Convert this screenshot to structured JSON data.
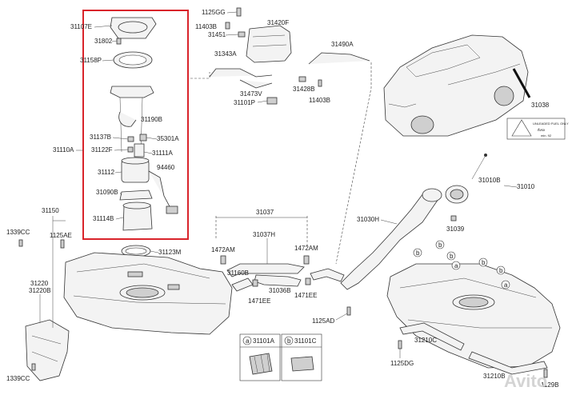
{
  "labels": {
    "l31107E": "31107E",
    "l31802": "31802",
    "l31158P": "31158P",
    "l31190B": "31190B",
    "l31137B": "31137B",
    "l35301A": "35301A",
    "l31122F": "31122F",
    "l31111A": "31111A",
    "l31110A": "31110A",
    "l31112": "31112",
    "l94460": "94460",
    "l31090B": "31090B",
    "l31114B": "31114B",
    "l31123M": "31123M",
    "l31150": "31150",
    "l1339CC_top": "1339CC",
    "l1125AE": "1125AE",
    "l31220": "31220",
    "l31220B": "31220B",
    "l1339CC_bottom": "1339CC",
    "l1125GG": "1125GG",
    "l11403B_top": "11403B",
    "l31451": "31451",
    "l31420F": "31420F",
    "l31343A": "31343A",
    "l31490A": "31490A",
    "l31473V": "31473V",
    "l31101P": "31101P",
    "l31428B": "31428B",
    "l11403B_right": "11403B",
    "l31038": "31038",
    "l31037": "31037",
    "l31037H": "31037H",
    "l1472AM_left": "1472AM",
    "l1472AM_right": "1472AM",
    "l31160B": "31160B",
    "l31036B": "31036B",
    "l1471EE_left": "1471EE",
    "l1471EE_right": "1471EE",
    "l31030H": "31030H",
    "l31010B": "31010B",
    "l31010": "31010",
    "l31039": "31039",
    "l1125AD": "1125AD",
    "l31101A": "31101A",
    "l31101C": "31101C",
    "l31210C": "31210C",
    "l1125DG": "1125DG",
    "l31210B": "31210B",
    "l1129B": "1129B"
  },
  "legend": {
    "a_mark": "a",
    "b_mark": "b",
    "circle_a": "a",
    "circle_b": "b"
  },
  "fuel_label": {
    "line1": "UNLEADED FUEL ONLY",
    "line2": "ดีเซล",
    "line3": "min. 92"
  },
  "watermark": "Avito",
  "colors": {
    "highlight": "#d9242b",
    "line": "#333333"
  }
}
